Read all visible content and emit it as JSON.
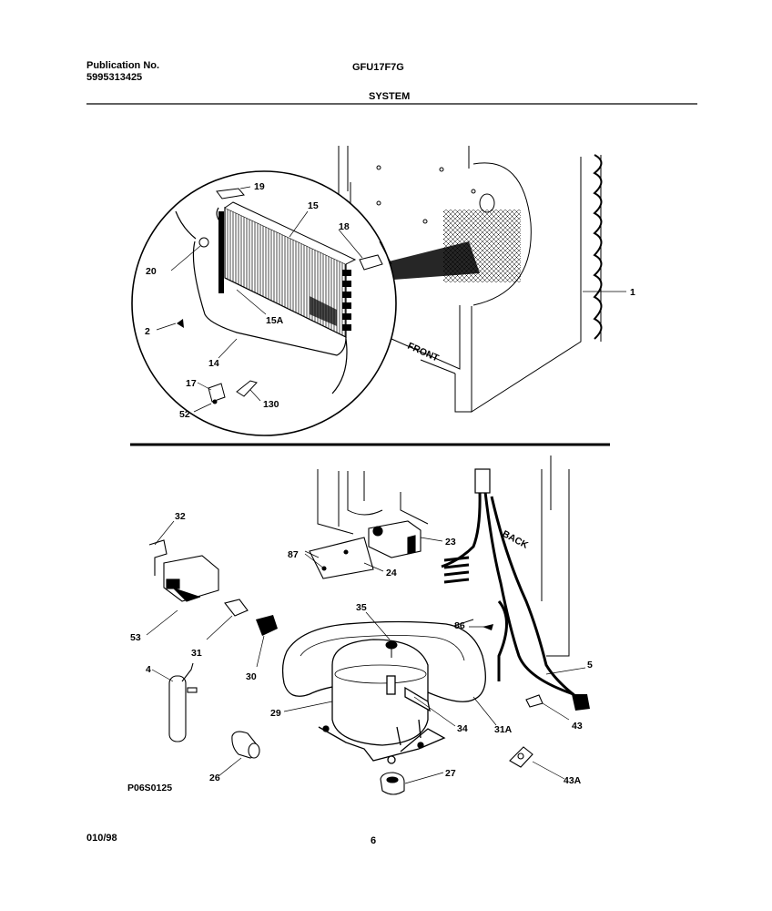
{
  "header": {
    "publication_label": "Publication No.",
    "publication_number": "5995313425",
    "model": "GFU17F7G",
    "section": "SYSTEM"
  },
  "diagram": {
    "front_label": "FRONT",
    "back_label": "BACK",
    "callouts": [
      "19",
      "15",
      "18",
      "20",
      "2",
      "15A",
      "14",
      "17",
      "130",
      "52",
      "1",
      "32",
      "87",
      "23",
      "24",
      "53",
      "31",
      "30",
      "35",
      "86",
      "4",
      "29",
      "34",
      "31A",
      "5",
      "43",
      "26",
      "27",
      "43A"
    ],
    "drawing_code": "P06S0125"
  },
  "footer": {
    "date": "010/98",
    "page_number": "6"
  }
}
